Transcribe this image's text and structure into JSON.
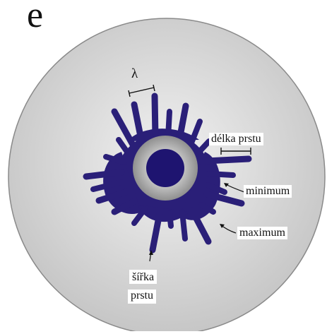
{
  "panel_letter": "e",
  "labels": {
    "wavelength": "λ",
    "finger_length": "délka prstu",
    "minimum": "minimum",
    "maximum": "maximum",
    "finger_width_line1": "šířka",
    "finger_width_line2": "prstu"
  },
  "colors": {
    "disk_outer": "#c6c6c6",
    "disk_inner": "#f2f2f2",
    "pattern": "#2a1f78",
    "ring": "#9d9d9d",
    "core": "#1e1470"
  }
}
